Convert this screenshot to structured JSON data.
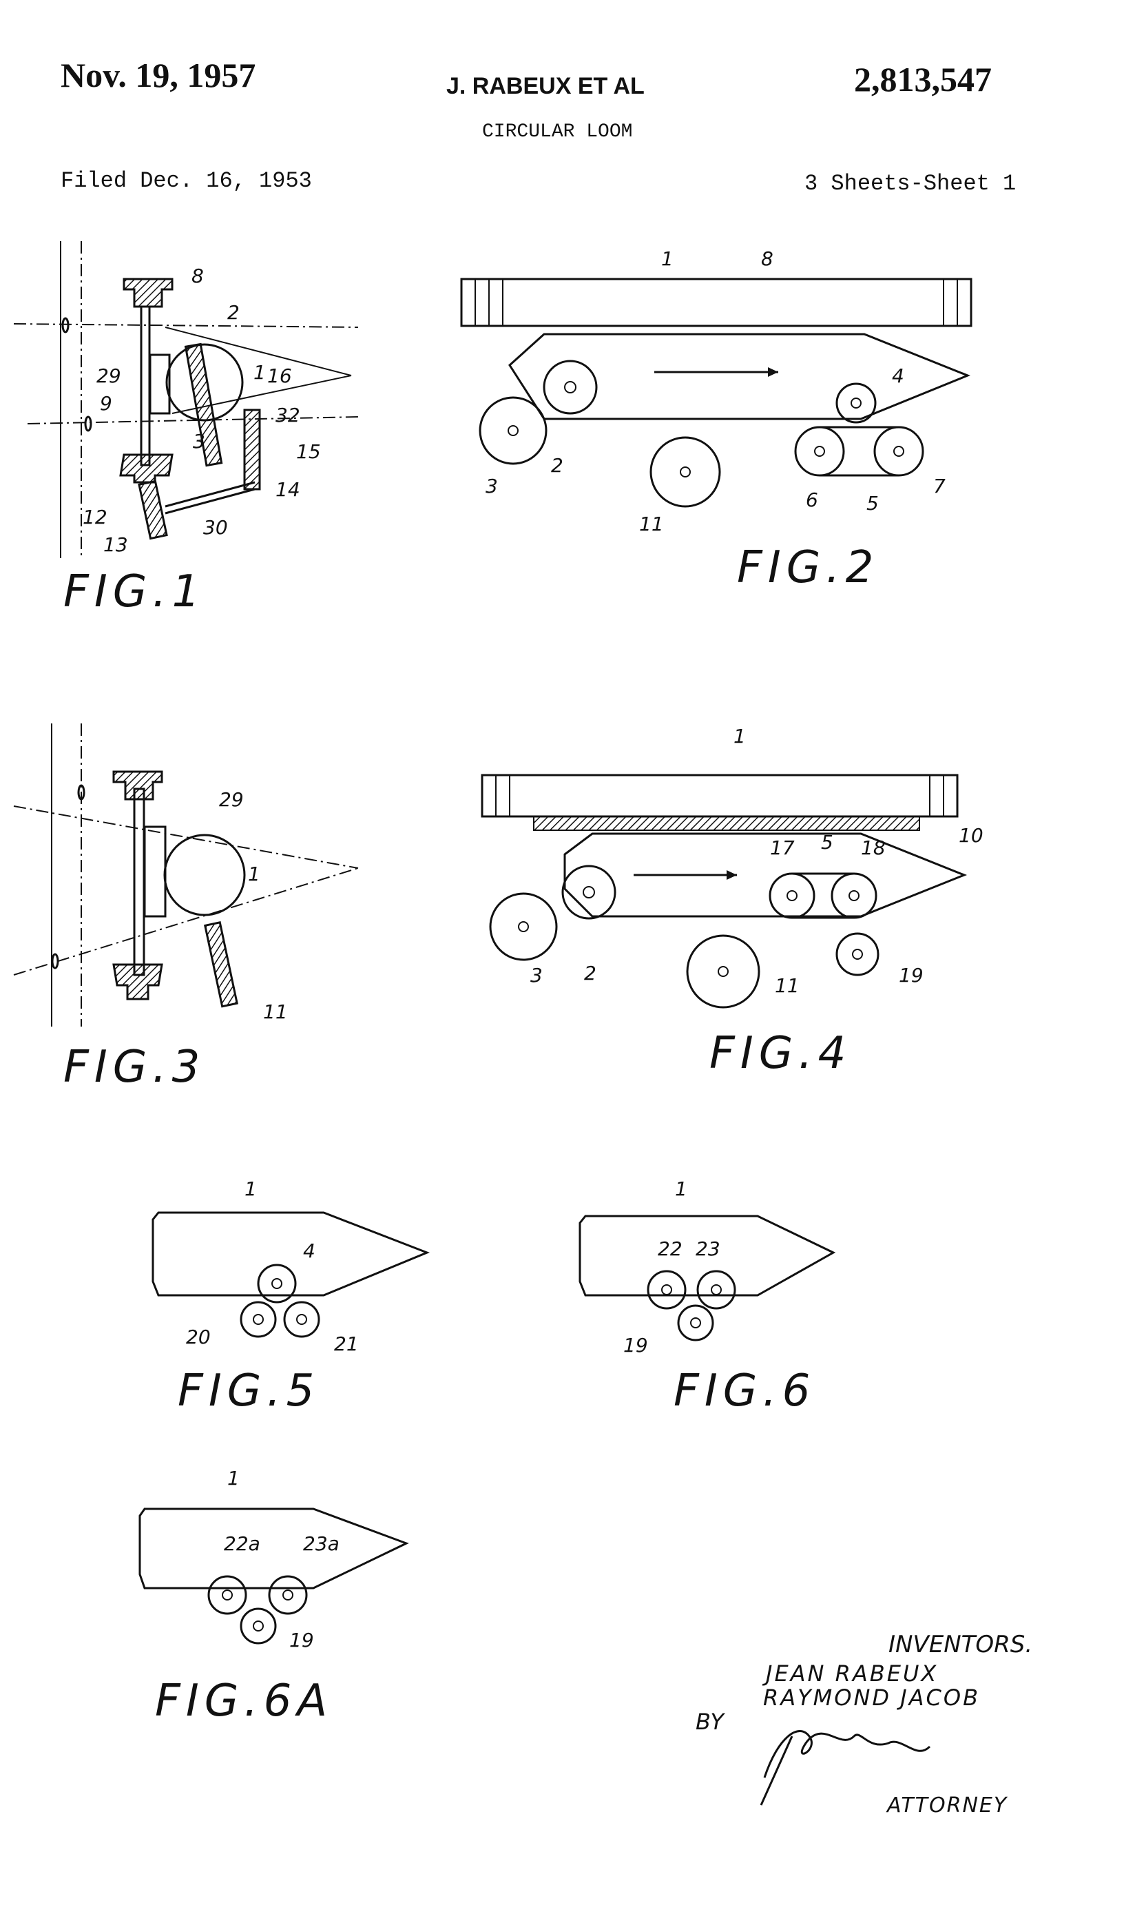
{
  "header": {
    "date": "Nov. 19, 1957",
    "inventors_short": "J. RABEUX ET AL",
    "patent_number": "2,813,547",
    "title": "CIRCULAR LOOM",
    "filed": "Filed Dec. 16, 1953",
    "sheets": "3 Sheets-Sheet 1"
  },
  "figures": {
    "fig1": "FIG.1",
    "fig2": "FIG.2",
    "fig3": "FIG.3",
    "fig4": "FIG.4",
    "fig5": "FIG.5",
    "fig6": "FIG.6",
    "fig6a": "FIG.6A"
  },
  "reference_numerals": {
    "fig1": [
      "8",
      "2",
      "1",
      "16",
      "29",
      "9",
      "32",
      "3",
      "15",
      "14",
      "12",
      "13",
      "30"
    ],
    "fig2": [
      "1",
      "8",
      "4",
      "3",
      "2",
      "11",
      "6",
      "5",
      "7"
    ],
    "fig3": [
      "29",
      "1",
      "11"
    ],
    "fig4": [
      "1",
      "10",
      "17",
      "5",
      "18",
      "3",
      "2",
      "11",
      "19"
    ],
    "fig5": [
      "1",
      "4",
      "20",
      "21"
    ],
    "fig6": [
      "1",
      "22",
      "23",
      "19"
    ],
    "fig6a": [
      "1",
      "22a",
      "23a",
      "19"
    ]
  },
  "signature_block": {
    "inventors_label": "INVENTORS.",
    "inventor_1": "JEAN RABEUX",
    "inventor_2": "RAYMOND JACOB",
    "by": "BY",
    "attorney": "ATTORNEY"
  }
}
